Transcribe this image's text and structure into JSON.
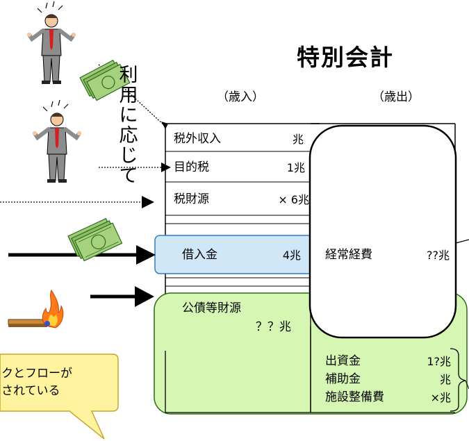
{
  "title": "特別会計",
  "revenue_header": "（歳入）",
  "expenditure_header": "（歳出）",
  "side_note": "利用に応じて",
  "revenue_items": [
    {
      "label": "税外収入",
      "value": "兆"
    },
    {
      "label": "目的税",
      "value": "1兆"
    },
    {
      "label": "税財源",
      "value": "× 6兆"
    },
    {
      "label": "借入金",
      "value": "4兆"
    }
  ],
  "bond_item": {
    "label": "公債等財源",
    "value": "？？兆"
  },
  "regular_expense": {
    "label": "経常経費",
    "value": "??兆"
  },
  "expense_items": [
    {
      "label": "出資金",
      "value": "1?兆"
    },
    {
      "label": "補助金",
      "value": "兆"
    },
    {
      "label": "施設整備費",
      "value": "×兆"
    }
  ],
  "bubble": {
    "line1": "クとフローが",
    "line2": "されている"
  },
  "colors": {
    "loan_fill": "#cfe7f7",
    "loan_stroke": "#2e7fc0",
    "green_fill": "#d6f7b4",
    "green_stroke": "#2b6b12",
    "bubble_fill": "#fff3a0",
    "bubble_stroke": "#c8a62d",
    "money": "#7fb35a",
    "suit": "#8c8c8c",
    "tie": "#d21f1f",
    "flame": "#ff7a1a"
  },
  "icons": {
    "people": "confused-businessman-icon",
    "money": "money-stack-icon",
    "fire": "burning-match-icon"
  }
}
